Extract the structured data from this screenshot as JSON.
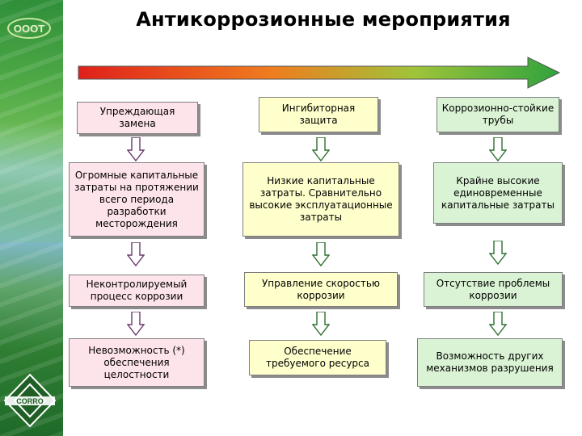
{
  "title": "Антикоррозионные мероприятия",
  "logo_top_text": "OOOT",
  "logo_bottom_text": "CORRO",
  "columns": [
    {
      "color": "#fde3ea",
      "boxes": [
        "Упреждающая замена",
        "Огромные капитальные затраты на протяжении всего периода разработки месторождения",
        "Неконтролируемый процесс коррозии",
        "Невозможность (*) обеспечения целостности"
      ]
    },
    {
      "color": "#ffffcc",
      "boxes": [
        "Ингибиторная защита",
        "Низкие капитальные затраты. Сравнительно высокие эксплуатационные затраты",
        "Управление скоростью коррозии",
        "Обеспечение требуемого ресурса"
      ]
    },
    {
      "color": "#daf3d4",
      "boxes": [
        "Коррозионно-стойкие трубы",
        "Крайне высокие единовременные капитальные затраты",
        "Отсутствие проблемы коррозии",
        "Возможность других механизмов разрушения"
      ]
    }
  ],
  "arrow_gradient": [
    "#e0201a",
    "#f07c1e",
    "#9fc43a",
    "#2fa33c"
  ]
}
